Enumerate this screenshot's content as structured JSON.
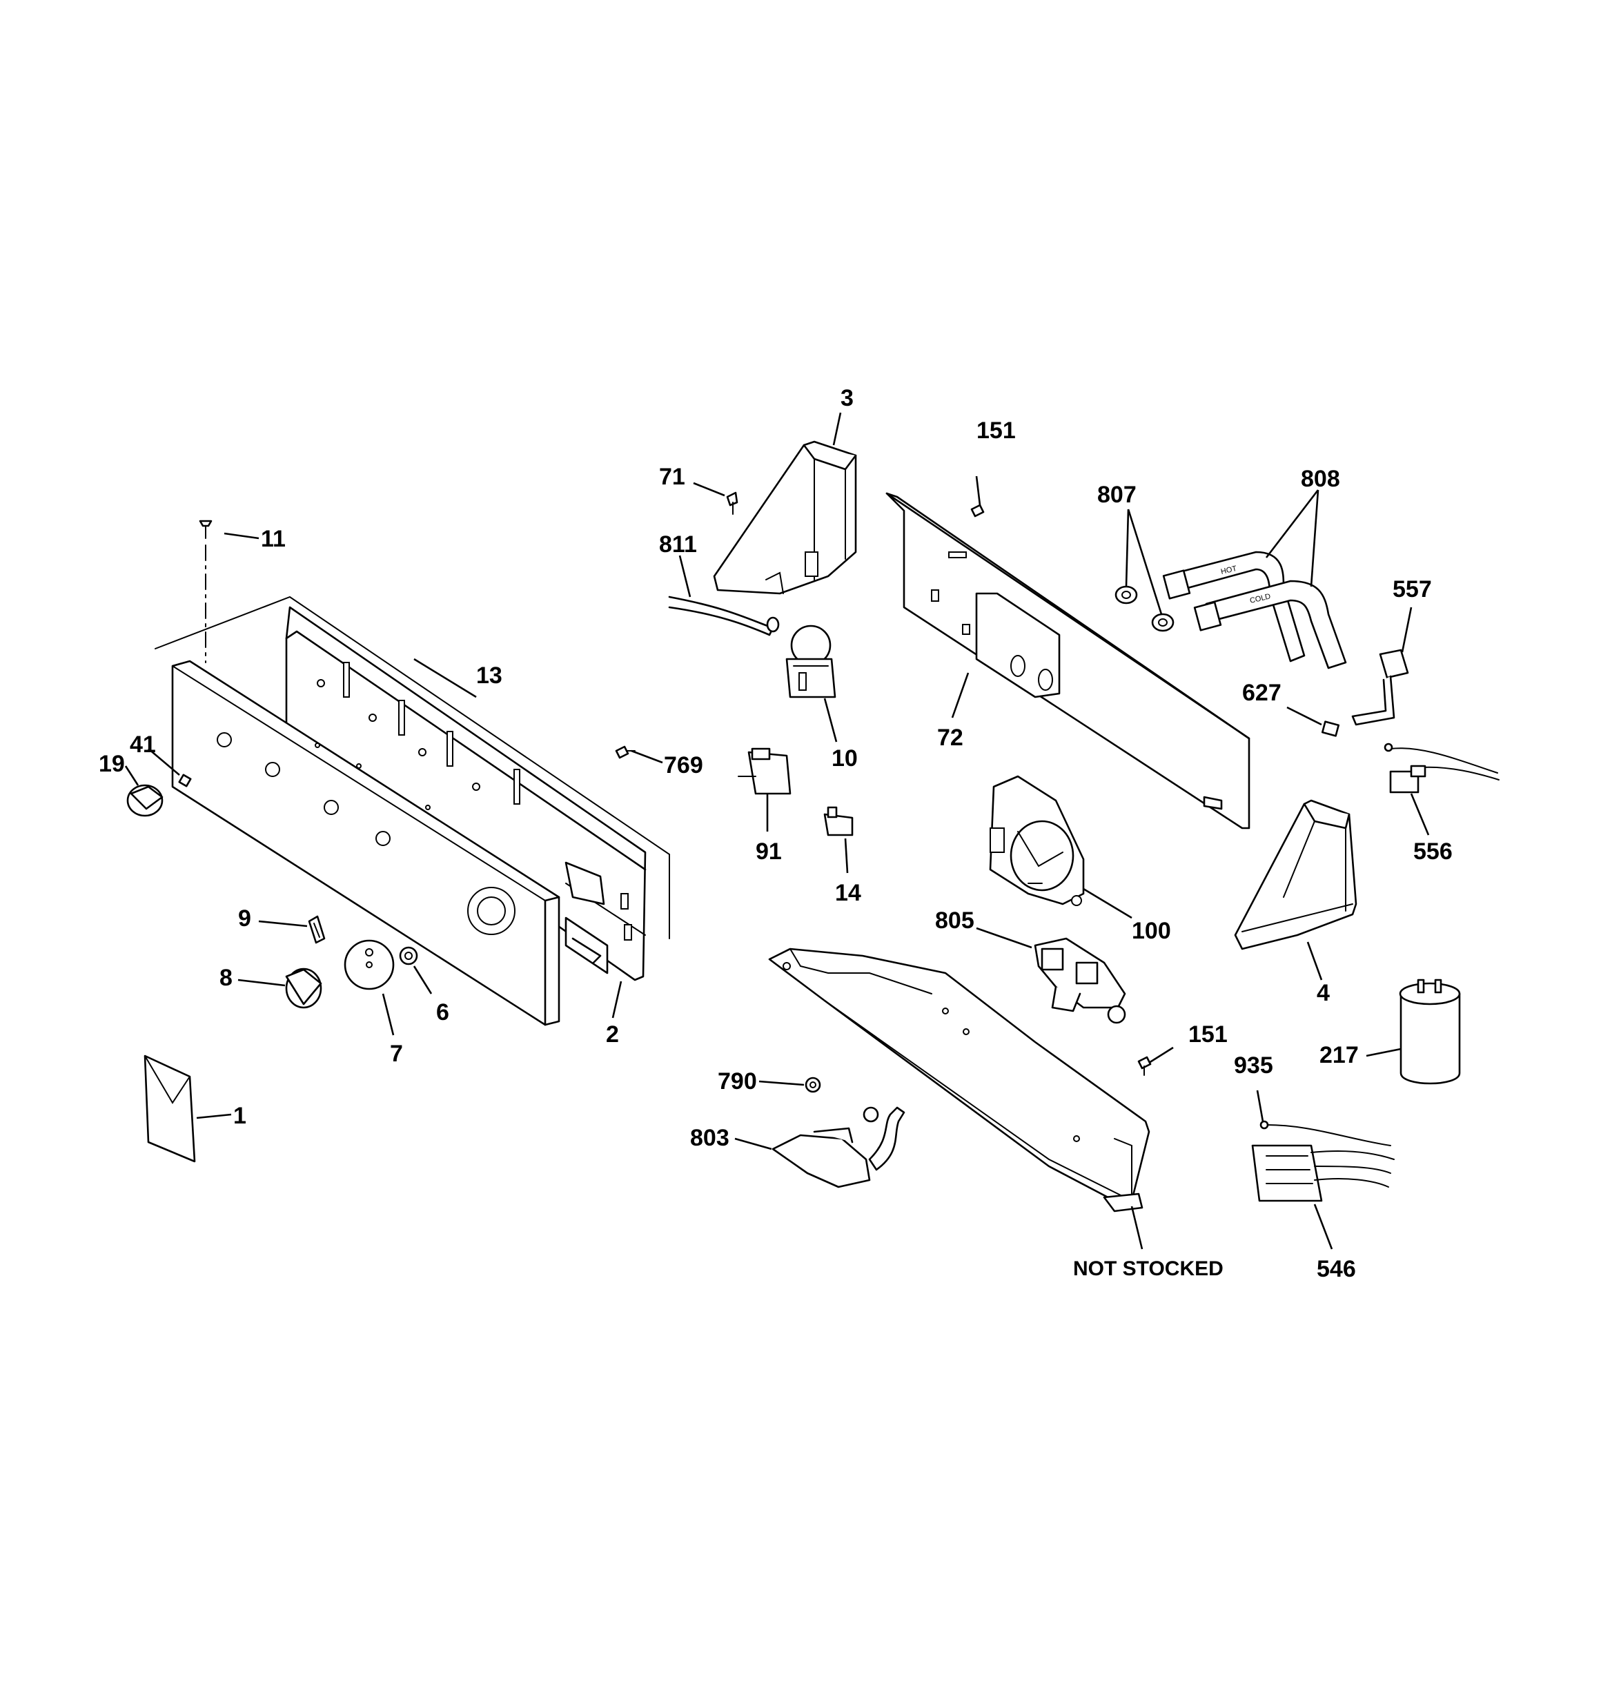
{
  "labels": {
    "l1": "1",
    "l2": "2",
    "l3": "3",
    "l4": "4",
    "l6": "6",
    "l7": "7",
    "l8": "8",
    "l9": "9",
    "l10": "10",
    "l11": "11",
    "l13": "13",
    "l14": "14",
    "l19": "19",
    "l41": "41",
    "l71": "71",
    "l72": "72",
    "l91": "91",
    "l100": "100",
    "l151a": "151",
    "l151b": "151",
    "l217": "217",
    "l546": "546",
    "l556": "556",
    "l557": "557",
    "l627": "627",
    "l769": "769",
    "l790": "790",
    "l803": "803",
    "l805": "805",
    "l807": "807",
    "l808": "808",
    "l811": "811",
    "l935": "935",
    "not_stocked": "NOT STOCKED"
  },
  "hose_marks": {
    "hot": "HOT",
    "cold": "COLD"
  },
  "colors": {
    "line": "#000000",
    "background": "#ffffff"
  }
}
